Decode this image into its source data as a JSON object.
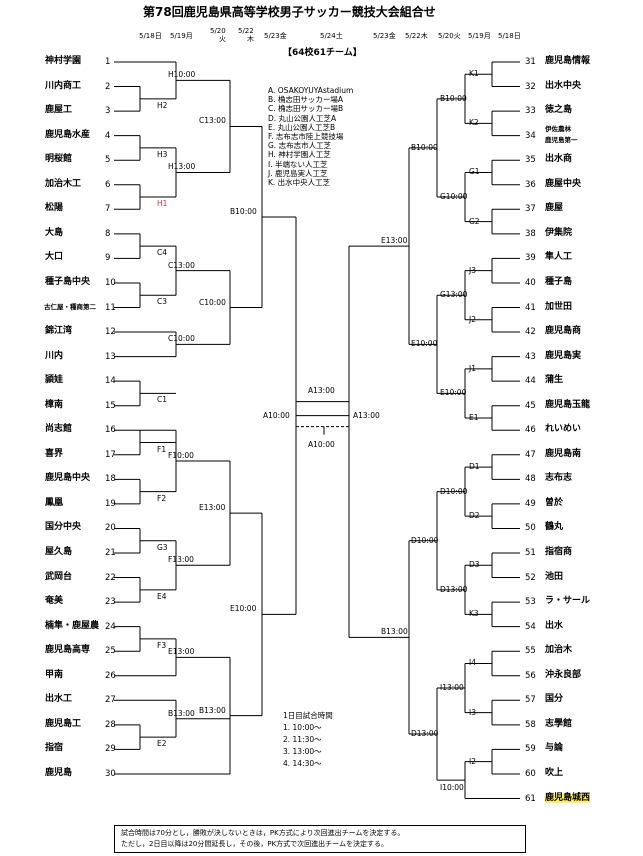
{
  "title": "第78回鹿児島県高等学校男子サッカー競技大会組合せ",
  "dates_left": [
    "5/18日",
    "5/19月"
  ],
  "dates_left_tall": [
    {
      "d": "5/20",
      "w": "火"
    },
    {
      "d": "5/22",
      "w": "木"
    }
  ],
  "dates_mid": [
    "5/23金",
    "5/24土"
  ],
  "dates_right": [
    "5/23金",
    "5/22木",
    "5/20火",
    "5/19月",
    "5/18日"
  ],
  "subtitle": "【64校61チーム】",
  "venues": [
    "A.  OSAKOYUYAstadium",
    "B.  桷志田サッカー場A",
    "C.  桷志田サッカー場B",
    "D.  丸山公園人工芝A",
    "E.  丸山公園人工芝B",
    "F.  志布志市陸上競技場",
    "G.  志布志市人工芝",
    "H.  神村学園人工芝",
    "I.  半端ない人工芝",
    "J.  鹿児島実人工芝",
    "K.  出水中央人工芝"
  ],
  "teams_left": [
    "神村学園",
    "川内商工",
    "鹿屋工",
    "鹿児島水産",
    "明桜館",
    "加治木工",
    "松陽",
    "大島",
    "大口",
    "種子島中央",
    "古仁屋・種商第二",
    "錦江湾",
    "川内",
    "頴娃",
    "樟南",
    "尚志館",
    "喜界",
    "鹿児島中央",
    "鳳凰",
    "国分中央",
    "屋久島",
    "武岡台",
    "奄美",
    "楠隼・鹿屋農",
    "鹿児島高専",
    "甲南",
    "出水工",
    "鹿児島工",
    "指宿",
    "鹿児島"
  ],
  "teams_right": [
    "鹿児島情報",
    "出水中央",
    "徳之島",
    "伊佐農林 鹿児島第一",
    "出水商",
    "鹿屋中央",
    "鹿屋",
    "伊集院",
    "隼人工",
    "種子島",
    "加世田",
    "鹿児島商",
    "鹿児島実",
    "蒲生",
    "鹿児島玉龍",
    "れいめい",
    "鹿児島南",
    "志布志",
    "曽於",
    "鶴丸",
    "指宿商",
    "池田",
    "ラ・サール",
    "出水",
    "加治木",
    "沖永良部",
    "国分",
    "志學館",
    "与論",
    "吹上",
    "鹿児島城西"
  ],
  "labels_left": {
    "r1": [
      "H2",
      "H3",
      "H1",
      "C4",
      "C3",
      "C1",
      "F1",
      "F2",
      "G3",
      "E4",
      "F3",
      "E2"
    ],
    "r2": [
      "H10:00",
      "H13:00",
      "C13:00",
      "C10:00",
      "F10:00",
      "F13:00",
      "E13:00",
      "B13:00"
    ],
    "r3": [
      "C13:00",
      "C10:00",
      "E13:00",
      "B13:00"
    ],
    "r4": [
      "B10:00",
      "E10:00"
    ],
    "final": "A10:00"
  },
  "labels_right": {
    "r1": [
      "K1",
      "K2",
      "G1",
      "G2",
      "J3",
      "J2",
      "J1",
      "E1",
      "D1",
      "D2",
      "D3",
      "K3",
      "I4",
      "I3",
      "I2"
    ],
    "r2": [
      "B10:00",
      "G10:00",
      "G13:00",
      "E10:00",
      "D10:00",
      "D13:00",
      "I13:00",
      "I10:00"
    ],
    "r3": [
      "B10:00",
      "E10:00",
      "D10:00",
      "D13:00"
    ],
    "r4": [
      "E13:00",
      "B13:00"
    ],
    "final": "A13:00"
  },
  "final_labels": {
    "top": "A13:00",
    "bottom": "A10:00"
  },
  "times": {
    "title": "1日目試合時間",
    "items": [
      "1.  10:00～",
      "2.  11:30～",
      "3.  13:00～",
      "4.  14:30～"
    ]
  },
  "footnote": [
    "試合時間は70分とし，勝敗が決しないときは，PK方式により次回進出チームを決定する。",
    "ただし，2日目以降は20分間延長し，その後，PK方式で次回進出チームを決定する。"
  ],
  "highlight_team": "鹿児島城西",
  "colors": {
    "highlight": "#ffef5a",
    "red_label": "#e03030"
  }
}
